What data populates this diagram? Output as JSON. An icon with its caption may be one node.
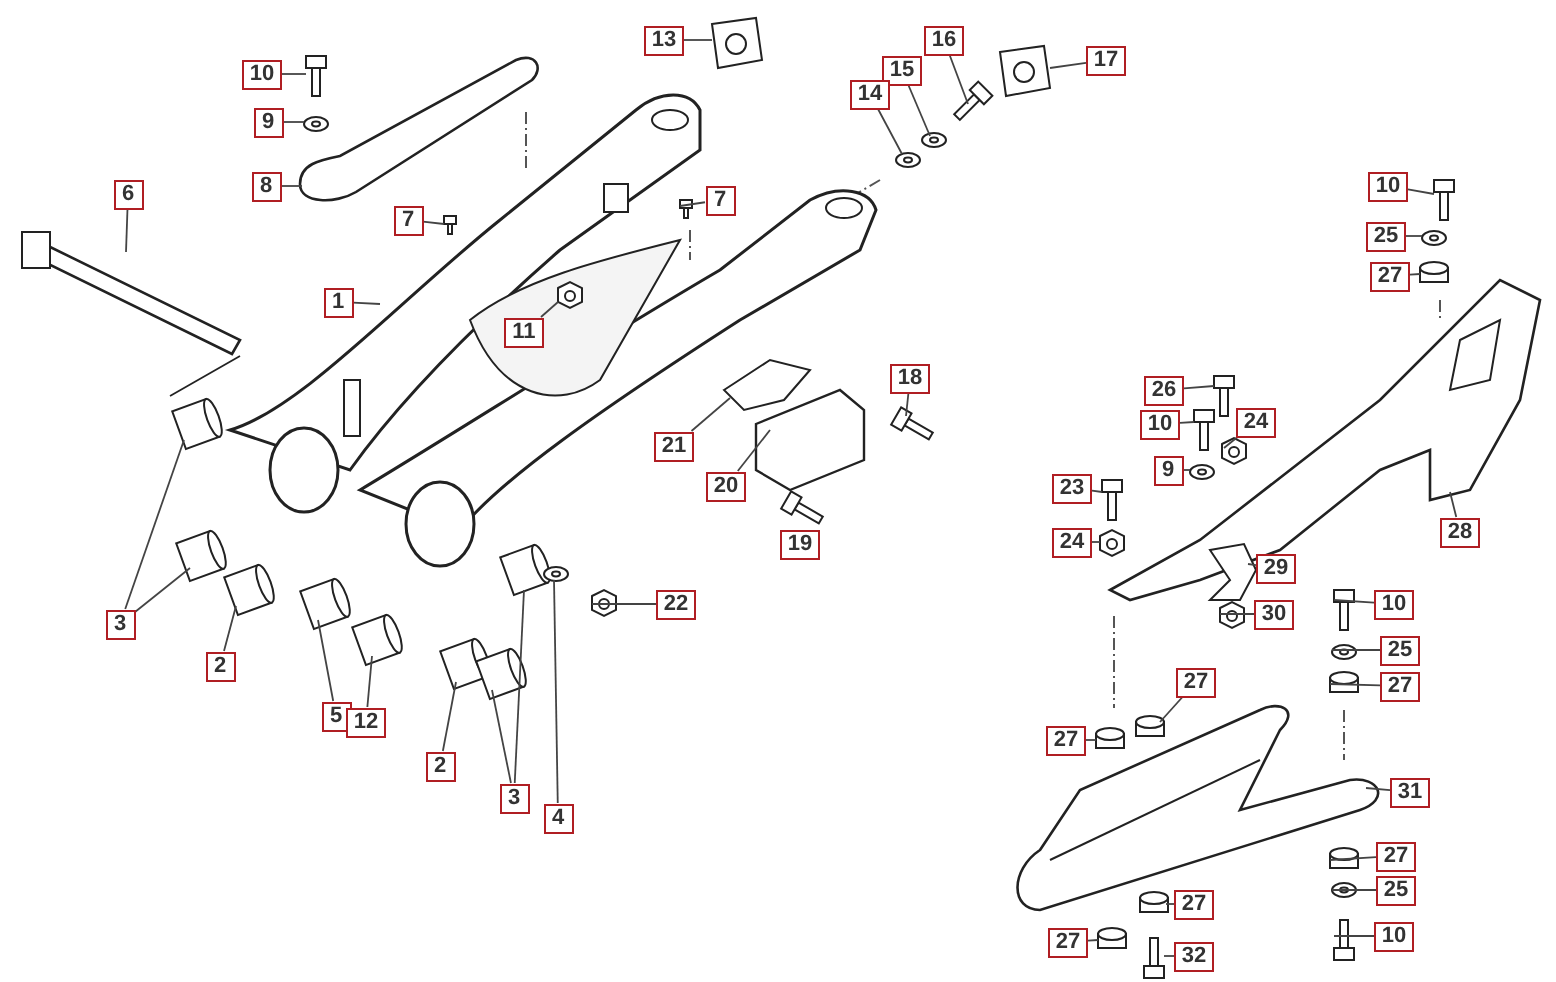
{
  "diagram": {
    "nodes": [
      {
        "text": [
          "13"
        ]
      },
      {
        "text": [
          "16"
        ]
      },
      {
        "text": [
          "17"
        ]
      },
      {
        "text": [
          "15"
        ]
      },
      {
        "text": [
          "10"
        ]
      },
      {
        "text": [
          "14"
        ]
      },
      {
        "text": [
          "9"
        ]
      },
      {
        "text": [
          "8"
        ]
      },
      {
        "text": [
          "10"
        ]
      },
      {
        "text": [
          "6"
        ]
      },
      {
        "text": [
          "7"
        ]
      },
      {
        "text": [
          "7"
        ]
      },
      {
        "text": [
          "25"
        ]
      },
      {
        "text": [
          "27"
        ]
      },
      {
        "text": [
          "1"
        ]
      },
      {
        "text": [
          "11"
        ]
      },
      {
        "text": [
          "18"
        ]
      },
      {
        "text": [
          "26"
        ]
      },
      {
        "text": [
          "10"
        ]
      },
      {
        "text": [
          "24"
        ]
      },
      {
        "text": [
          "21"
        ]
      },
      {
        "text": [
          "9"
        ]
      },
      {
        "text": [
          "20"
        ]
      },
      {
        "text": [
          "23"
        ]
      },
      {
        "text": [
          "28"
        ]
      },
      {
        "text": [
          "24"
        ]
      },
      {
        "text": [
          "29"
        ]
      },
      {
        "text": [
          "22"
        ]
      },
      {
        "text": [
          "10"
        ]
      },
      {
        "text": [
          "30"
        ]
      },
      {
        "text": [
          "3"
        ]
      },
      {
        "text": [
          "25"
        ]
      },
      {
        "text": [
          "2"
        ]
      },
      {
        "text": [
          "27"
        ]
      },
      {
        "text": [
          "5"
        ]
      },
      {
        "text": [
          "12"
        ]
      },
      {
        "text": [
          "27"
        ]
      },
      {
        "text": [
          "27"
        ]
      },
      {
        "text": [
          "2"
        ]
      },
      {
        "text": [
          "31"
        ]
      },
      {
        "text": [
          "3"
        ]
      },
      {
        "text": [
          "4"
        ]
      },
      {
        "text": [
          "27"
        ]
      },
      {
        "text": [
          "25"
        ]
      },
      {
        "text": [
          "27"
        ]
      },
      {
        "text": [
          "27"
        ]
      },
      {
        "text": [
          "10"
        ]
      },
      {
        "text": [
          "32"
        ]
      },
      {
        "text": [
          "19"
        ]
      },
      {
        "text": [],
        "shape": "block"
      },
      {
        "text": [],
        "shape": "bolt"
      },
      {
        "text": [],
        "shape": "block"
      },
      {
        "text": [],
        "shape": "washer"
      },
      {
        "text": [],
        "shape": "bolt"
      },
      {
        "text": [],
        "shape": "washer"
      },
      {
        "text": [],
        "shape": "washer"
      },
      {
        "text": [],
        "shape": "picture"
      },
      {
        "text": [],
        "shape": "bolt"
      },
      {
        "text": [],
        "shape": "bar"
      },
      {
        "text": [],
        "shape": "screw"
      },
      {
        "text": [],
        "shape": "screw"
      },
      {
        "text": [],
        "shape": "washer"
      },
      {
        "text": [],
        "shape": "cylinder"
      },
      {
        "text": [],
        "shape": "picture"
      },
      {
        "text": [],
        "shape": "nut"
      },
      {
        "text": [],
        "shape": "bolt"
      },
      {
        "text": [],
        "shape": "bolt"
      },
      {
        "text": [],
        "shape": "bolt"
      },
      {
        "text": [],
        "shape": "nut"
      },
      {
        "text": [],
        "shape": "picture"
      },
      {
        "text": [],
        "shape": "washer"
      },
      {
        "text": [],
        "shape": "picture"
      },
      {
        "text": [],
        "shape": "bolt"
      },
      {
        "text": [],
        "shape": "picture"
      },
      {
        "text": [],
        "shape": "nut"
      },
      {
        "text": [],
        "shape": "picture"
      },
      {
        "text": [],
        "shape": "nut"
      },
      {
        "text": [],
        "shape": "bolt"
      },
      {
        "text": [],
        "shape": "nut"
      },
      {
        "text": [],
        "shape": "cylinder"
      },
      {
        "text": [],
        "shape": "cylinder"
      },
      {
        "text": [],
        "shape": "washer"
      },
      {
        "text": [],
        "shape": "cylinder"
      },
      {
        "text": [],
        "shape": "cylinder"
      },
      {
        "text": [],
        "shape": "cylinder"
      },
      {
        "text": [],
        "shape": "cylinder"
      },
      {
        "text": [],
        "shape": "cylinder"
      },
      {
        "text": [],
        "shape": "cylinder"
      },
      {
        "text": [],
        "shape": "cylinder"
      },
      {
        "text": [],
        "shape": "picture"
      },
      {
        "text": [],
        "shape": "cylinder"
      },
      {
        "text": [],
        "shape": "cylinder"
      },
      {
        "text": [],
        "shape": "washer"
      },
      {
        "text": [],
        "shape": "cylinder"
      },
      {
        "text": [],
        "shape": "washer"
      },
      {
        "text": [],
        "shape": "cylinder"
      },
      {
        "text": [],
        "shape": "cylinder"
      },
      {
        "text": [],
        "shape": "bolt"
      },
      {
        "text": [],
        "shape": "bolt"
      }
    ],
    "edges": [
      {
        "from": 0,
        "to": 49,
        "arrow": "none"
      },
      {
        "from": 1,
        "to": 50,
        "arrow": "none"
      },
      {
        "from": 2,
        "to": 51,
        "arrow": "none"
      },
      {
        "from": 3,
        "to": 52,
        "arrow": "none"
      },
      {
        "from": 4,
        "to": 53,
        "arrow": "none"
      },
      {
        "from": 5,
        "to": 54,
        "arrow": "none"
      },
      {
        "from": 6,
        "to": 55,
        "arrow": "none"
      },
      {
        "from": 7,
        "to": 56,
        "arrow": "none"
      },
      {
        "from": 8,
        "to": 57,
        "arrow": "none"
      },
      {
        "from": 9,
        "to": 58,
        "arrow": "none"
      },
      {
        "from": 10,
        "to": 59,
        "arrow": "none"
      },
      {
        "from": 11,
        "to": 60,
        "arrow": "none"
      },
      {
        "from": 12,
        "to": 61,
        "arrow": "none"
      },
      {
        "from": 13,
        "to": 62,
        "arrow": "none"
      },
      {
        "from": 14,
        "to": 63,
        "arrow": "none"
      },
      {
        "from": 15,
        "to": 64,
        "arrow": "none"
      },
      {
        "from": 16,
        "to": 65,
        "arrow": "none"
      },
      {
        "from": 17,
        "to": 66,
        "arrow": "none"
      },
      {
        "from": 18,
        "to": 67,
        "arrow": "none"
      },
      {
        "from": 19,
        "to": 68,
        "arrow": "none"
      },
      {
        "from": 20,
        "to": 69,
        "arrow": "none"
      },
      {
        "from": 21,
        "to": 70,
        "arrow": "none"
      },
      {
        "from": 22,
        "to": 71,
        "arrow": "none"
      },
      {
        "from": 23,
        "to": 72,
        "arrow": "none"
      },
      {
        "from": 24,
        "to": 73,
        "arrow": "none"
      },
      {
        "from": 25,
        "to": 74,
        "arrow": "none"
      },
      {
        "from": 26,
        "to": 75,
        "arrow": "none"
      },
      {
        "from": 27,
        "to": 76,
        "arrow": "none"
      },
      {
        "from": 28,
        "to": 77,
        "arrow": "none"
      },
      {
        "from": 29,
        "to": 78,
        "arrow": "none"
      },
      {
        "from": 30,
        "to": 79,
        "arrow": "none"
      },
      {
        "from": 30,
        "to": 80,
        "arrow": "none"
      },
      {
        "from": 31,
        "to": 81,
        "arrow": "none"
      },
      {
        "from": 32,
        "to": 82,
        "arrow": "none"
      },
      {
        "from": 33,
        "to": 83,
        "arrow": "none"
      },
      {
        "from": 34,
        "to": 84,
        "arrow": "none"
      },
      {
        "from": 35,
        "to": 85,
        "arrow": "none"
      },
      {
        "from": 36,
        "to": 86,
        "arrow": "none"
      },
      {
        "from": 37,
        "to": 87,
        "arrow": "none"
      },
      {
        "from": 38,
        "to": 88,
        "arrow": "none"
      },
      {
        "from": 39,
        "to": 89,
        "arrow": "none"
      },
      {
        "from": 40,
        "to": 90,
        "arrow": "none"
      },
      {
        "from": 40,
        "to": 91,
        "arrow": "none"
      },
      {
        "from": 41,
        "to": 92,
        "arrow": "none"
      },
      {
        "from": 42,
        "to": 93,
        "arrow": "none"
      },
      {
        "from": 43,
        "to": 94,
        "arrow": "none"
      },
      {
        "from": 44,
        "to": 95,
        "arrow": "none"
      },
      {
        "from": 45,
        "to": 96,
        "arrow": "none"
      },
      {
        "from": 46,
        "to": 97,
        "arrow": "none"
      },
      {
        "from": 47,
        "to": 98,
        "arrow": "none"
      }
    ]
  }
}
